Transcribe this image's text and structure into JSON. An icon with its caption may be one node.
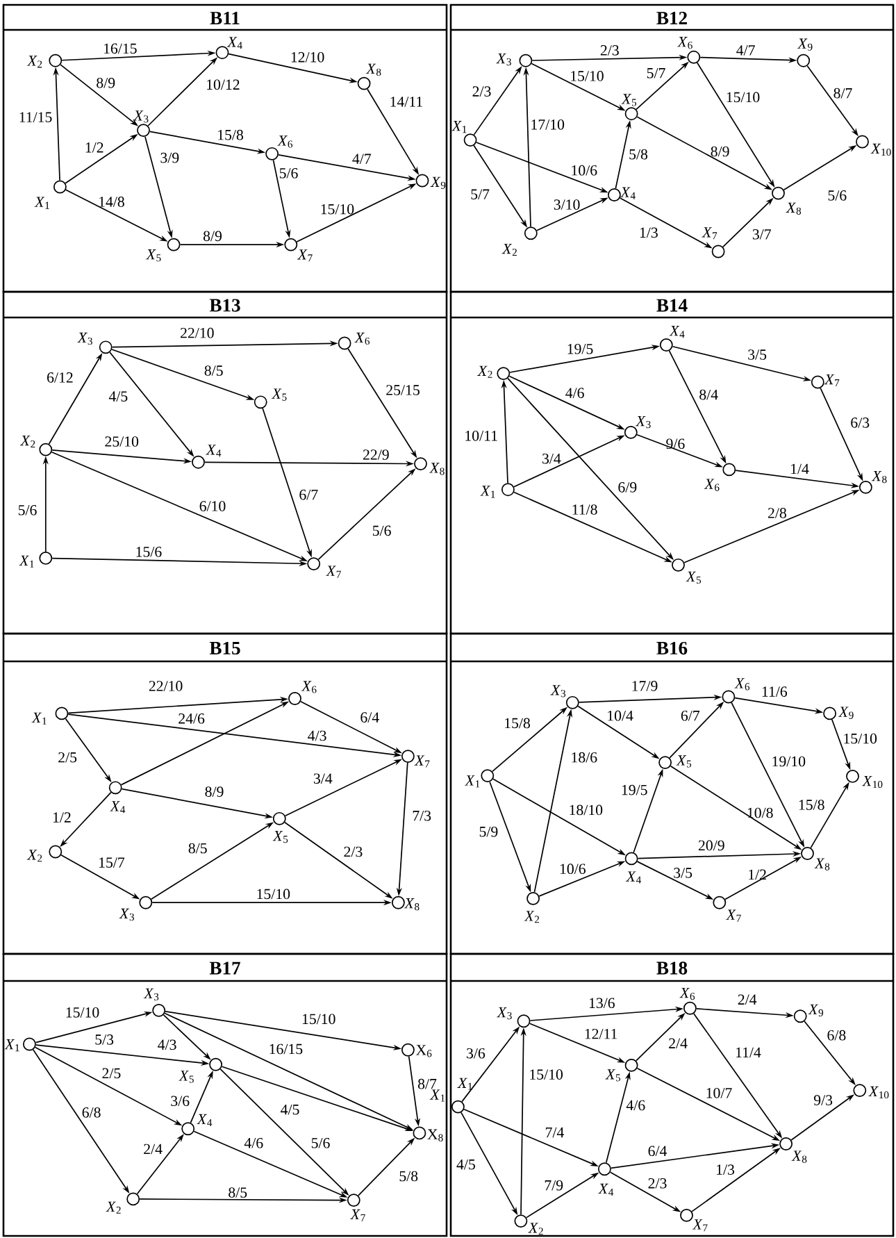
{
  "diagram": {
    "nodes": [
      {
        "text": [
          "B11"
        ]
      },
      {
        "text": [
          "*X*$_{1}$"
        ],
        "in": 0
      },
      {
        "text": [
          "*X*$_{2}$"
        ],
        "in": 0
      },
      {
        "text": [
          "*X*$_{3}$"
        ],
        "in": 0
      },
      {
        "text": [
          "*X*$_{4}$"
        ],
        "in": 0
      },
      {
        "text": [
          "*X*$_{5}$"
        ],
        "in": 0
      },
      {
        "text": [
          "*X*$_{6}$"
        ],
        "in": 0
      },
      {
        "text": [
          "*X*$_{7}$"
        ],
        "in": 0
      },
      {
        "text": [
          "*X*$_{8}$"
        ],
        "in": 0
      },
      {
        "text": [
          "*X*$_{9}$"
        ],
        "in": 0
      },
      {
        "text": [
          "B12"
        ]
      },
      {
        "text": [
          "*X*$_{1}$"
        ],
        "in": 10
      },
      {
        "text": [
          "*X*$_{2}$"
        ],
        "in": 10
      },
      {
        "text": [
          "*X*$_{3}$"
        ],
        "in": 10
      },
      {
        "text": [
          "*X*$_{4}$"
        ],
        "in": 10
      },
      {
        "text": [
          "*X*$_{5}$"
        ],
        "in": 10
      },
      {
        "text": [
          "*X*$_{6}$"
        ],
        "in": 10
      },
      {
        "text": [
          "*X*$_{7}$"
        ],
        "in": 10
      },
      {
        "text": [
          "*X*$_{8}$"
        ],
        "in": 10
      },
      {
        "text": [
          "*X*$_{9}$"
        ],
        "in": 10
      },
      {
        "text": [
          "*X*$_{10}$"
        ],
        "in": 10
      },
      {
        "text": [
          "B13"
        ]
      },
      {
        "text": [
          "*X*$_{1}$"
        ],
        "in": 21
      },
      {
        "text": [
          "*X*$_{2}$"
        ],
        "in": 21
      },
      {
        "text": [
          "*X*$_{3}$"
        ],
        "in": 21
      },
      {
        "text": [
          "*X*$_{4}$"
        ],
        "in": 21
      },
      {
        "text": [
          "*X*$_{5}$"
        ],
        "in": 21
      },
      {
        "text": [
          "*X*$_{6}$"
        ],
        "in": 21
      },
      {
        "text": [
          "*X*$_{7}$"
        ],
        "in": 21
      },
      {
        "text": [
          "*X*$_{8}$"
        ],
        "in": 21
      },
      {
        "text": [
          "B14"
        ]
      },
      {
        "text": [
          "*X*$_{1}$"
        ],
        "in": 30
      },
      {
        "text": [
          "*X*$_{2}$"
        ],
        "in": 30
      },
      {
        "text": [
          "*X*$_{3}$"
        ],
        "in": 30
      },
      {
        "text": [
          "*X*$_{4}$"
        ],
        "in": 30
      },
      {
        "text": [
          "*X*$_{5}$"
        ],
        "in": 30
      },
      {
        "text": [
          "*X*$_{6}$"
        ],
        "in": 30
      },
      {
        "text": [
          "*X*$_{7}$"
        ],
        "in": 30
      },
      {
        "text": [
          "*X*$_{8}$"
        ],
        "in": 30
      },
      {
        "text": [
          "B15"
        ]
      },
      {
        "text": [
          "*X*$_{1}$"
        ],
        "in": 39
      },
      {
        "text": [
          "*X*$_{2}$"
        ],
        "in": 39
      },
      {
        "text": [
          "*X*$_{3}$"
        ],
        "in": 39
      },
      {
        "text": [
          "*X*$_{4}$"
        ],
        "in": 39
      },
      {
        "text": [
          "*X*$_{5}$"
        ],
        "in": 39
      },
      {
        "text": [
          "*X*$_{6}$"
        ],
        "in": 39
      },
      {
        "text": [
          "*X*$_{7}$"
        ],
        "in": 39
      },
      {
        "text": [
          "*X*$_{8}$"
        ],
        "in": 39
      },
      {
        "text": [
          "B16"
        ]
      },
      {
        "text": [
          "*X*$_{1}$"
        ],
        "in": 48
      },
      {
        "text": [
          "*X*$_{2}$"
        ],
        "in": 48
      },
      {
        "text": [
          "*X*$_{3}$"
        ],
        "in": 48
      },
      {
        "text": [
          "*X*$_{4}$"
        ],
        "in": 48
      },
      {
        "text": [
          "*X*$_{5}$"
        ],
        "in": 48
      },
      {
        "text": [
          "*X*$_{6}$"
        ],
        "in": 48
      },
      {
        "text": [
          "*X*$_{7}$"
        ],
        "in": 48
      },
      {
        "text": [
          "*X*$_{8}$"
        ],
        "in": 48
      },
      {
        "text": [
          "*X*$_{9}$"
        ],
        "in": 48
      },
      {
        "text": [
          "*X*$_{10}$"
        ],
        "in": 48
      },
      {
        "text": [
          "B17"
        ]
      },
      {
        "text": [
          "*X*$_{1}$"
        ],
        "in": 59
      },
      {
        "text": [
          "*X*$_{2}$"
        ],
        "in": 59
      },
      {
        "text": [
          "*X*$_{3}$"
        ],
        "in": 59
      },
      {
        "text": [
          "*X*$_{4}$"
        ],
        "in": 59
      },
      {
        "text": [
          "*X*$_{5}$"
        ],
        "in": 59
      },
      {
        "text": [
          "X$_{6}$"
        ],
        "in": 59
      },
      {
        "text": [
          "*X*$_{7}$"
        ],
        "in": 59
      },
      {
        "text": [
          "X$_{8}$"
        ],
        "in": 59
      },
      {
        "text": [
          "B18"
        ]
      },
      {
        "text": [
          "*X*$_{1}$"
        ],
        "in": 68
      },
      {
        "text": [
          "*X*$_{2}$"
        ],
        "in": 68
      },
      {
        "text": [
          "*X*$_{3}$"
        ],
        "in": 68
      },
      {
        "text": [
          "*X*$_{4}$"
        ],
        "in": 68
      },
      {
        "text": [
          "*X*$_{5}$"
        ],
        "in": 68
      },
      {
        "text": [
          "*X*$_{6}$"
        ],
        "in": 68
      },
      {
        "text": [
          "*X*$_{7}$"
        ],
        "in": 68
      },
      {
        "text": [
          "*X*$_{8}$"
        ],
        "in": 68
      },
      {
        "text": [
          "*X*$_{9}$"
        ],
        "in": 68
      },
      {
        "text": [
          "*X*$_{10}$"
        ],
        "in": 68
      }
    ],
    "edges": [
      {
        "from": 2,
        "to": 4,
        "arrow": "to",
        "label": "16/15"
      },
      {
        "from": 2,
        "to": 3,
        "arrow": "to",
        "label": "8/9"
      },
      {
        "from": 1,
        "to": 2,
        "arrow": "to",
        "label": "11/15"
      },
      {
        "from": 1,
        "to": 3,
        "arrow": "to",
        "label": "1/2"
      },
      {
        "from": 3,
        "to": 4,
        "arrow": "to",
        "label": "10/12"
      },
      {
        "from": 4,
        "to": 8,
        "arrow": "to",
        "label": "12/10"
      },
      {
        "from": 8,
        "to": 9,
        "arrow": "to",
        "label": "14/11"
      },
      {
        "from": 3,
        "to": 6,
        "arrow": "to",
        "label": "15/8"
      },
      {
        "from": 3,
        "to": 5,
        "arrow": "to",
        "label": "3/9"
      },
      {
        "from": 6,
        "to": 9,
        "arrow": "to",
        "label": "4/7"
      },
      {
        "from": 6,
        "to": 7,
        "arrow": "to",
        "label": "5/6"
      },
      {
        "from": 1,
        "to": 5,
        "arrow": "to",
        "label": "14/8"
      },
      {
        "from": 5,
        "to": 7,
        "arrow": "to",
        "label": "8/9"
      },
      {
        "from": 7,
        "to": 9,
        "arrow": "to",
        "label": "15/10"
      },
      {
        "from": 13,
        "to": 16,
        "arrow": "to",
        "label": "2/3"
      },
      {
        "from": 11,
        "to": 13,
        "arrow": "to",
        "label": "2/3"
      },
      {
        "from": 13,
        "to": 15,
        "arrow": "to",
        "label": "15/10"
      },
      {
        "from": 12,
        "to": 13,
        "arrow": "to",
        "label": "17/10"
      },
      {
        "from": 15,
        "to": 16,
        "arrow": "to",
        "label": "5/7"
      },
      {
        "from": 16,
        "to": 19,
        "arrow": "to",
        "label": "4/7"
      },
      {
        "from": 16,
        "to": 18,
        "arrow": "to",
        "label": "15/10"
      },
      {
        "from": 19,
        "to": 20,
        "arrow": "to",
        "label": "8/7"
      },
      {
        "from": 15,
        "to": 18,
        "arrow": "to",
        "label": "8/9"
      },
      {
        "from": 14,
        "to": 15,
        "arrow": "to",
        "label": "5/8"
      },
      {
        "from": 11,
        "to": 14,
        "arrow": "to",
        "label": "10/6"
      },
      {
        "from": 11,
        "to": 12,
        "arrow": "to",
        "label": "5/7"
      },
      {
        "from": 12,
        "to": 14,
        "arrow": "to",
        "label": "3/10"
      },
      {
        "from": 14,
        "to": 17,
        "arrow": "to",
        "label": "1/3"
      },
      {
        "from": 17,
        "to": 18,
        "arrow": "to",
        "label": "3/7"
      },
      {
        "from": 18,
        "to": 20,
        "arrow": "to",
        "label": "5/6"
      },
      {
        "from": 24,
        "to": 27,
        "arrow": "to",
        "label": "22/10"
      },
      {
        "from": 23,
        "to": 24,
        "arrow": "to",
        "label": "6/12"
      },
      {
        "from": 24,
        "to": 26,
        "arrow": "to",
        "label": "8/5"
      },
      {
        "from": 24,
        "to": 25,
        "arrow": "to",
        "label": "4/5"
      },
      {
        "from": 23,
        "to": 25,
        "arrow": "to",
        "label": "25/10"
      },
      {
        "from": 25,
        "to": 29,
        "arrow": "to",
        "label": "22/9"
      },
      {
        "from": 27,
        "to": 29,
        "arrow": "to",
        "label": "25/15"
      },
      {
        "from": 26,
        "to": 28,
        "arrow": "to",
        "label": "6/7"
      },
      {
        "from": 23,
        "to": 28,
        "arrow": "to",
        "label": "6/10"
      },
      {
        "from": 22,
        "to": 23,
        "arrow": "to",
        "label": "5/6"
      },
      {
        "from": 22,
        "to": 28,
        "arrow": "to",
        "label": "15/6"
      },
      {
        "from": 28,
        "to": 29,
        "arrow": "to",
        "label": "5/6"
      },
      {
        "from": 32,
        "to": 34,
        "arrow": "to",
        "label": "19/5"
      },
      {
        "from": 34,
        "to": 37,
        "arrow": "to",
        "label": "3/5"
      },
      {
        "from": 32,
        "to": 33,
        "arrow": "to",
        "label": "4/6"
      },
      {
        "from": 34,
        "to": 36,
        "arrow": "to",
        "label": "8/4"
      },
      {
        "from": 31,
        "to": 32,
        "arrow": "to",
        "label": "10/11"
      },
      {
        "from": 31,
        "to": 33,
        "arrow": "to",
        "label": "3/4"
      },
      {
        "from": 33,
        "to": 36,
        "arrow": "to",
        "label": "9/6"
      },
      {
        "from": 36,
        "to": 38,
        "arrow": "to",
        "label": "1/4"
      },
      {
        "from": 37,
        "to": 38,
        "arrow": "to",
        "label": "6/3"
      },
      {
        "from": 32,
        "to": 35,
        "arrow": "to",
        "label": "6/9"
      },
      {
        "from": 31,
        "to": 35,
        "arrow": "to",
        "label": "11/8"
      },
      {
        "from": 35,
        "to": 38,
        "arrow": "to",
        "label": "2/8"
      },
      {
        "from": 40,
        "to": 45,
        "arrow": "to",
        "label": "22/10"
      },
      {
        "from": 43,
        "to": 45,
        "arrow": "to",
        "label": "24/6"
      },
      {
        "from": 40,
        "to": 46,
        "arrow": "to",
        "label": "4/3"
      },
      {
        "from": 45,
        "to": 46,
        "arrow": "to",
        "label": "6/4"
      },
      {
        "from": 40,
        "to": 43,
        "arrow": "to",
        "label": "2/5"
      },
      {
        "from": 43,
        "to": 44,
        "arrow": "to",
        "label": "8/9"
      },
      {
        "from": 44,
        "to": 46,
        "arrow": "to",
        "label": "3/4"
      },
      {
        "from": 46,
        "to": 47,
        "arrow": "to",
        "label": "7/3"
      },
      {
        "from": 43,
        "to": 41,
        "arrow": "to",
        "label": "1/2"
      },
      {
        "from": 41,
        "to": 42,
        "arrow": "to",
        "label": "15/7"
      },
      {
        "from": 42,
        "to": 44,
        "arrow": "to",
        "label": "8/5"
      },
      {
        "from": 44,
        "to": 47,
        "arrow": "to",
        "label": "2/3"
      },
      {
        "from": 42,
        "to": 47,
        "arrow": "to",
        "label": "15/10"
      },
      {
        "from": 51,
        "to": 54,
        "arrow": "to",
        "label": "17/9"
      },
      {
        "from": 49,
        "to": 51,
        "arrow": "to",
        "label": "15/8"
      },
      {
        "from": 51,
        "to": 53,
        "arrow": "to",
        "label": "10/4"
      },
      {
        "from": 53,
        "to": 54,
        "arrow": "to",
        "label": "6/7"
      },
      {
        "from": 54,
        "to": 57,
        "arrow": "to",
        "label": "11/6"
      },
      {
        "from": 57,
        "to": 58,
        "arrow": "to",
        "label": "15/10"
      },
      {
        "from": 50,
        "to": 51,
        "arrow": "to",
        "label": "18/6"
      },
      {
        "from": 54,
        "to": 56,
        "arrow": "to",
        "label": "19/10"
      },
      {
        "from": 53,
        "to": 56,
        "arrow": "to",
        "label": "10/8"
      },
      {
        "from": 56,
        "to": 58,
        "arrow": "to",
        "label": "15/8"
      },
      {
        "from": 52,
        "to": 53,
        "arrow": "to",
        "label": "19/5"
      },
      {
        "from": 49,
        "to": 52,
        "arrow": "to",
        "label": "18/10"
      },
      {
        "from": 52,
        "to": 56,
        "arrow": "to",
        "label": "20/9"
      },
      {
        "from": 49,
        "to": 50,
        "arrow": "to",
        "label": "5/9"
      },
      {
        "from": 50,
        "to": 52,
        "arrow": "to",
        "label": "10/6"
      },
      {
        "from": 52,
        "to": 55,
        "arrow": "to",
        "label": "3/5"
      },
      {
        "from": 55,
        "to": 56,
        "arrow": "to",
        "label": "1/2"
      },
      {
        "from": 60,
        "to": 62,
        "arrow": "to",
        "label": "15/10"
      },
      {
        "from": 62,
        "to": 65,
        "arrow": "to",
        "label": "15/10"
      },
      {
        "from": 60,
        "to": 64,
        "arrow": "to",
        "label": "5/3"
      },
      {
        "from": 62,
        "to": 64,
        "arrow": "to",
        "label": "4/3"
      },
      {
        "from": 62,
        "to": 67,
        "arrow": "to",
        "label": "16/15"
      },
      {
        "from": 60,
        "to": 63,
        "arrow": "to",
        "label": "2/5"
      },
      {
        "from": 64,
        "to": 67,
        "arrow": "to",
        "label": "4/5"
      },
      {
        "from": 63,
        "to": 64,
        "arrow": "to",
        "label": "3/6"
      },
      {
        "from": 65,
        "to": 67,
        "arrow": "to",
        "label": "8/7"
      },
      {
        "from": 60,
        "to": 61,
        "arrow": "to",
        "label": "6/8"
      },
      {
        "from": 61,
        "to": 63,
        "arrow": "to",
        "label": "2/4"
      },
      {
        "from": 63,
        "to": 66,
        "arrow": "to",
        "label": "4/6"
      },
      {
        "from": 64,
        "to": 66,
        "arrow": "to",
        "label": "5/6"
      },
      {
        "from": 61,
        "to": 66,
        "arrow": "to",
        "label": "8/5"
      },
      {
        "from": 66,
        "to": 67,
        "arrow": "to",
        "label": "5/8"
      },
      {
        "from": 69,
        "to": 71,
        "arrow": "to",
        "label": "3/6"
      },
      {
        "from": 71,
        "to": 74,
        "arrow": "to",
        "label": "13/6"
      },
      {
        "from": 71,
        "to": 73,
        "arrow": "to",
        "label": "12/11"
      },
      {
        "from": 70,
        "to": 71,
        "arrow": "to",
        "label": "15/10"
      },
      {
        "from": 73,
        "to": 74,
        "arrow": "to",
        "label": "2/4"
      },
      {
        "from": 74,
        "to": 77,
        "arrow": "to",
        "label": "2/4"
      },
      {
        "from": 77,
        "to": 78,
        "arrow": "to",
        "label": "6/8"
      },
      {
        "from": 74,
        "to": 76,
        "arrow": "to",
        "label": "11/4"
      },
      {
        "from": 73,
        "to": 76,
        "arrow": "to",
        "label": "10/7"
      },
      {
        "from": 72,
        "to": 73,
        "arrow": "to",
        "label": "4/6"
      },
      {
        "from": 76,
        "to": 78,
        "arrow": "to",
        "label": "9/3"
      },
      {
        "from": 69,
        "to": 72,
        "arrow": "to",
        "label": "7/4"
      },
      {
        "from": 72,
        "to": 76,
        "arrow": "to",
        "label": "6/4"
      },
      {
        "from": 69,
        "to": 70,
        "arrow": "to",
        "label": "4/5"
      },
      {
        "from": 70,
        "to": 72,
        "arrow": "to",
        "label": "7/9"
      },
      {
        "from": 72,
        "to": 75,
        "arrow": "to",
        "label": "2/3"
      },
      {
        "from": 75,
        "to": 76,
        "arrow": "to",
        "label": "1/3"
      }
    ],
    "labels": [
      "*X*$_{1}$"
    ]
  }
}
